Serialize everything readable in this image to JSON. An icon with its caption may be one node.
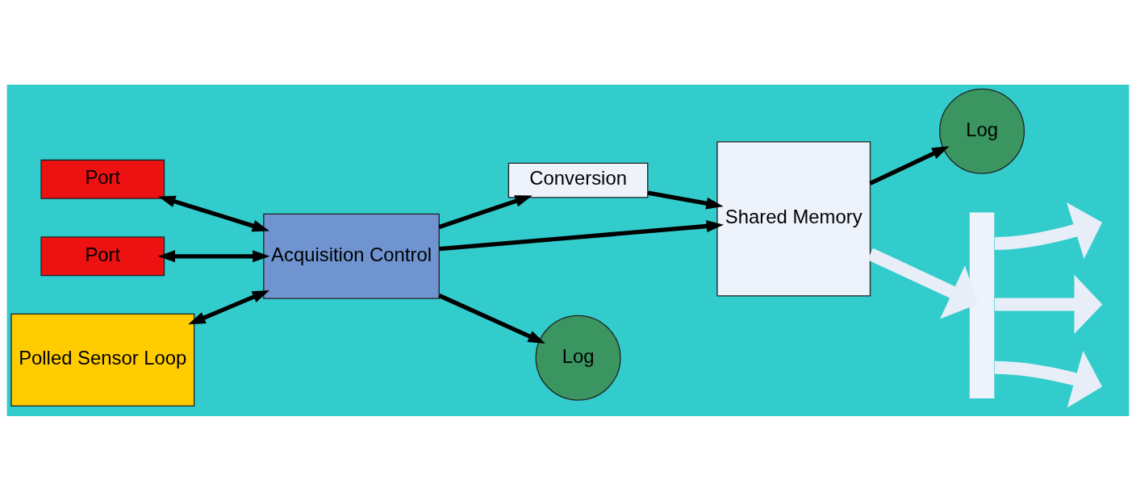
{
  "diagram": {
    "nodes": [
      {
        "text": [
          "Port"
        ]
      },
      {
        "text": [
          "Port"
        ]
      },
      {
        "text": [
          "Polled Sensor Loop"
        ]
      },
      {
        "text": [
          "Acquisition Control"
        ]
      },
      {
        "text": [
          "Conversion"
        ]
      },
      {
        "text": [
          "Shared Memory"
        ]
      },
      {
        "text": [
          "Log"
        ]
      },
      {
        "text": [
          "Log"
        ]
      },
      {
        "text": [],
        "shape": "bar"
      }
    ],
    "edges": [
      {
        "from": 0,
        "to": 3,
        "arrow": "both"
      },
      {
        "from": 1,
        "to": 3,
        "arrow": "both"
      },
      {
        "from": 2,
        "to": 3,
        "arrow": "both"
      },
      {
        "from": 3,
        "to": 5,
        "arrow": "to"
      },
      {
        "from": 3,
        "to": 4,
        "arrow": "to"
      },
      {
        "from": 4,
        "to": 5,
        "arrow": "to"
      },
      {
        "from": 3,
        "to": 6,
        "arrow": "to"
      },
      {
        "from": 5,
        "to": 7,
        "arrow": "to"
      },
      {
        "from": 5,
        "to": 8,
        "arrow": "to",
        "style": "thick",
        "color": "#e8eef8"
      },
      {
        "from": 8,
        "to": null,
        "arrow": "to",
        "style": "thick",
        "color": "#e8eef8"
      },
      {
        "from": 8,
        "to": null,
        "arrow": "to",
        "style": "thick",
        "color": "#e8eef8"
      },
      {
        "from": 8,
        "to": null,
        "arrow": "to",
        "style": "thick",
        "color": "#e8eef8"
      }
    ]
  }
}
